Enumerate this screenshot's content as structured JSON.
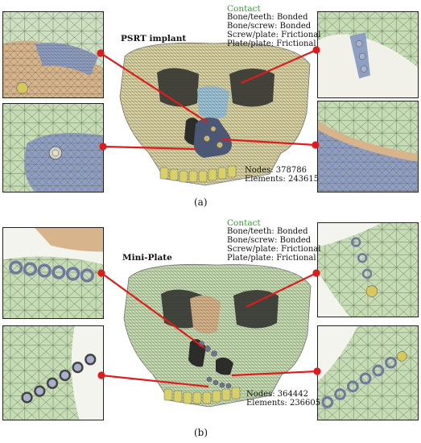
{
  "figure_a": {
    "implant_label": "PSRT implant",
    "contact_title": "Contact",
    "contacts": [
      "Bone/teeth: Bonded",
      "Bone/screw: Bonded",
      "Screw/plate: Frictional",
      "Plate/plate: Frictional"
    ],
    "nodes": "Nodes: 378786",
    "elements": "Elements: 243615",
    "sublabel": "(a)"
  },
  "figure_b": {
    "implant_label": "Mini-Plate",
    "contact_title": "Contact",
    "contacts": [
      "Bone/teeth: Bonded",
      "Bone/screw: Bonded",
      "Screw/plate: Frictional",
      "Plate/plate: Frictional"
    ],
    "nodes": "Nodes: 364442",
    "elements": "Elements: 236605",
    "sublabel": "(b)"
  },
  "colors": {
    "bone": "#d9d3a6",
    "mesh_green": "#c6dcb4",
    "mesh_blue": "#8f9fc4",
    "tan": "#d8b48c",
    "leader": "#e01b1b",
    "contact_green": "#3a9a3a"
  }
}
